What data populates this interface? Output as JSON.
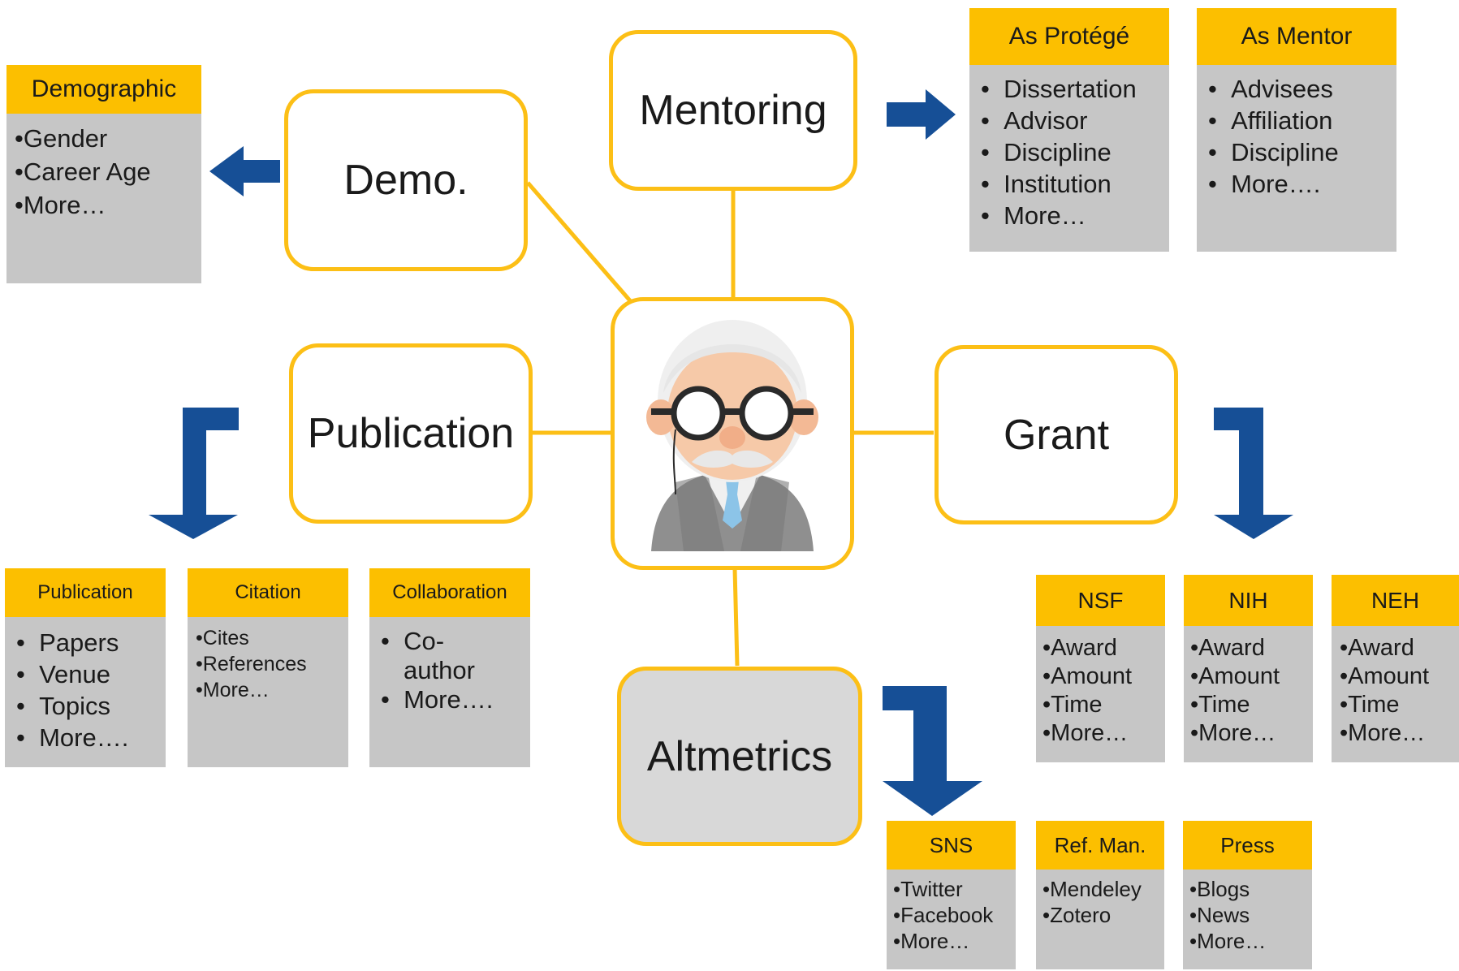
{
  "colors": {
    "accent": "#fcbf16",
    "header": "#fcbf00",
    "card": "#c6c6c6",
    "arrow": "#164f96",
    "grey_node": "#d8d8d8"
  },
  "center": {
    "icon": "professor-avatar-icon"
  },
  "nodes": {
    "demo": "Demo.",
    "mentoring": "Mentoring",
    "publication": "Publication",
    "grant": "Grant",
    "altmetrics": "Altmetrics"
  },
  "cards": {
    "demographic": {
      "title": "Demographic",
      "items": [
        "Gender",
        "Career Age",
        "More…"
      ]
    },
    "as_protege": {
      "title": "As Protégé",
      "items": [
        "Dissertation",
        "Advisor",
        "Discipline",
        "Institution",
        "More…"
      ]
    },
    "as_mentor": {
      "title": "As Mentor",
      "items": [
        "Advisees",
        "Affiliation",
        "Discipline",
        "More…."
      ]
    },
    "publication": {
      "title": "Publication",
      "items": [
        "Papers",
        "Venue",
        "Topics",
        "More…."
      ]
    },
    "citation": {
      "title": "Citation",
      "items": [
        "Cites",
        "References",
        "More…"
      ]
    },
    "collaboration": {
      "title": "Collaboration",
      "items": [
        "Co-",
        "author",
        "More…."
      ]
    },
    "nsf": {
      "title": "NSF",
      "items": [
        "Award",
        "Amount",
        "Time",
        "More…"
      ]
    },
    "nih": {
      "title": "NIH",
      "items": [
        "Award",
        "Amount",
        "Time",
        "More…"
      ]
    },
    "neh": {
      "title": "NEH",
      "items": [
        "Award",
        "Amount",
        "Time",
        "More…"
      ]
    },
    "sns": {
      "title": "SNS",
      "items": [
        "Twitter",
        "Facebook",
        "More…"
      ]
    },
    "refman": {
      "title": "Ref. Man.",
      "items": [
        "Mendeley",
        "Zotero"
      ]
    },
    "press": {
      "title": "Press",
      "items": [
        "Blogs",
        "News",
        "More…"
      ]
    }
  }
}
